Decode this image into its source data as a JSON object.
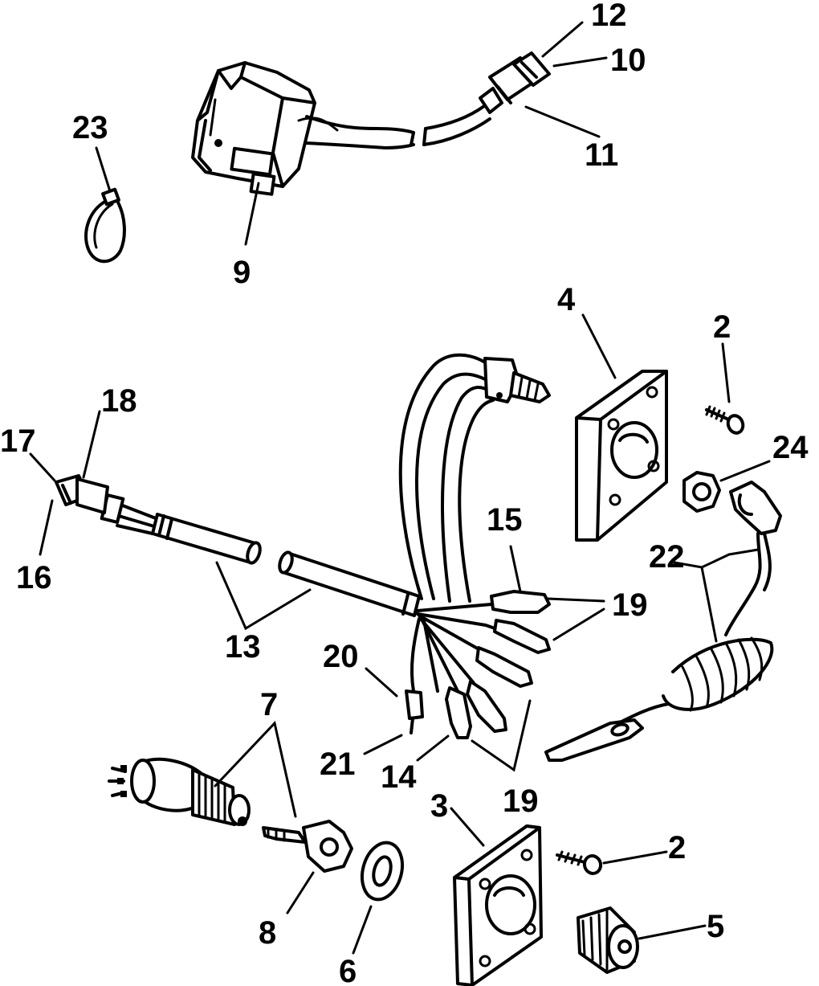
{
  "callouts": {
    "c2a": "2",
    "c2b": "2",
    "c3": "3",
    "c4": "4",
    "c5": "5",
    "c6": "6",
    "c7": "7",
    "c8": "8",
    "c9": "9",
    "c10": "10",
    "c11": "11",
    "c12": "12",
    "c13": "13",
    "c14": "14",
    "c15": "15",
    "c16": "16",
    "c17": "17",
    "c18": "18",
    "c19a": "19",
    "c19b": "19",
    "c20": "20",
    "c21": "21",
    "c22": "22",
    "c23": "23",
    "c24": "24"
  },
  "icons": {
    "stop_switch": "emergency-stop-switch-icon",
    "key_switch": "ignition-key-switch-icon",
    "key": "ignition-key-icon",
    "plate": "mounting-plate-icon",
    "lanyard": "coiled-lanyard-icon",
    "nut": "hex-nut-icon",
    "screw": "screw-icon",
    "cap": "knurled-cap-icon",
    "washer": "washer-icon",
    "clamp": "hose-clamp-icon",
    "harness": "wire-harness-icon",
    "connector": "connector-plug-icon"
  }
}
